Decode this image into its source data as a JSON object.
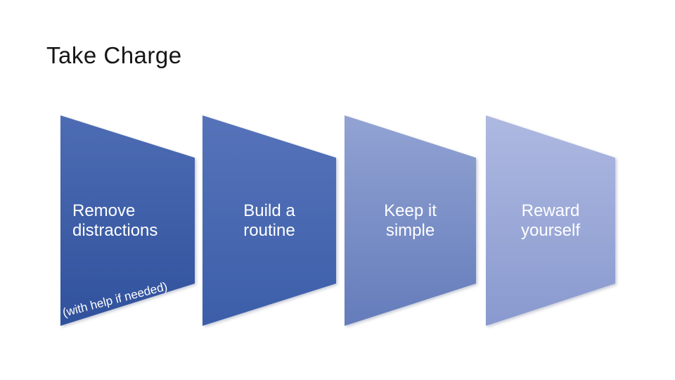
{
  "slide": {
    "title": "Take Charge",
    "background_color": "#ffffff",
    "text_color": "#ffffff",
    "title_color": "#151515",
    "steps": [
      {
        "label": "Remove\ndistractions",
        "note": "(with help if needed)",
        "color_top": "#4d6cb4",
        "color_bottom": "#30519c"
      },
      {
        "label": "Build a\nroutine",
        "color_top": "#5673ba",
        "color_bottom": "#3c5ea9"
      },
      {
        "label": "Keep it\nsimple",
        "color_top": "#92a3d3",
        "color_bottom": "#647cbb"
      },
      {
        "label": "Reward\nyourself",
        "color_top": "#aeb9e1",
        "color_bottom": "#8999cf"
      }
    ]
  }
}
